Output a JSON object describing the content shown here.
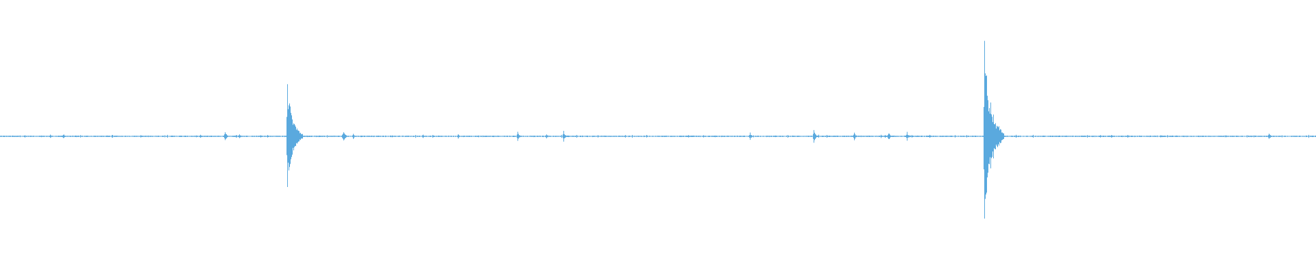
{
  "waveform": {
    "color": "#5aa9de",
    "background": "#ffffff",
    "duration_units": 1000,
    "baseline_amplitude": 0.008,
    "noise_amplitude": 0.012,
    "events": [
      {
        "t": 38,
        "amp": 0.02
      },
      {
        "t": 48,
        "amp": 0.03
      },
      {
        "t": 85,
        "amp": 0.015
      },
      {
        "t": 152,
        "amp": 0.015
      },
      {
        "t": 171,
        "amp": 0.06
      },
      {
        "t": 182,
        "amp": 0.03
      },
      {
        "t": 203,
        "amp": 0.02
      },
      {
        "t": 218,
        "amp": 0.62,
        "decay": 0.55
      },
      {
        "t": 261,
        "amp": 0.08
      },
      {
        "t": 268,
        "amp": 0.03
      },
      {
        "t": 298,
        "amp": 0.015
      },
      {
        "t": 348,
        "amp": 0.025
      },
      {
        "t": 393,
        "amp": 0.06
      },
      {
        "t": 415,
        "amp": 0.03
      },
      {
        "t": 428,
        "amp": 0.06
      },
      {
        "t": 475,
        "amp": 0.015
      },
      {
        "t": 523,
        "amp": 0.02
      },
      {
        "t": 570,
        "amp": 0.04
      },
      {
        "t": 618,
        "amp": 0.08
      },
      {
        "t": 649,
        "amp": 0.05
      },
      {
        "t": 675,
        "amp": 0.05
      },
      {
        "t": 689,
        "amp": 0.05
      },
      {
        "t": 706,
        "amp": 0.02
      },
      {
        "t": 748,
        "amp": 1.0,
        "decay": 0.7
      },
      {
        "t": 845,
        "amp": 0.015
      },
      {
        "t": 882,
        "amp": 0.015
      },
      {
        "t": 932,
        "amp": 0.015
      },
      {
        "t": 964,
        "amp": 0.04
      }
    ]
  }
}
